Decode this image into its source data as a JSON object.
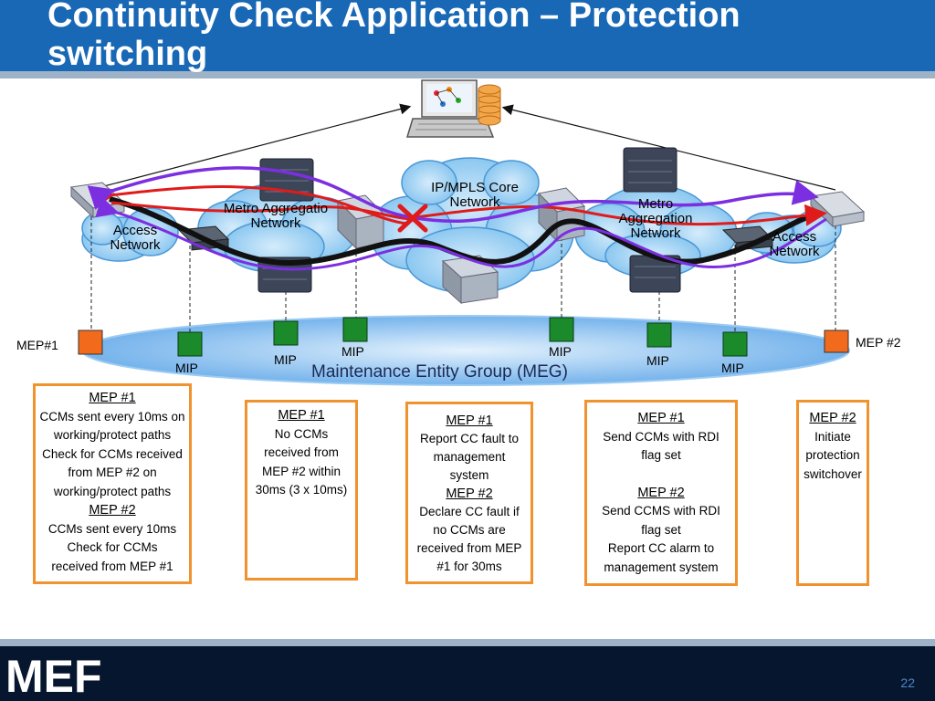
{
  "slide": {
    "title_line1": "Continuity Check Application – Protection",
    "title_line2": "switching",
    "page_number": "22"
  },
  "network": {
    "ip_mpls_core_line1": "IP/MPLS Core",
    "ip_mpls_core_line2": "Network",
    "metro_left": "Metro Aggregatio",
    "metro_left_line2": "Network",
    "metro_right_line1": "Metro",
    "metro_right_line2": "Aggregation",
    "metro_right_line3": "Network",
    "access_left_line1": "Access",
    "access_left_line2": "Network",
    "access_right_line1": "Access",
    "access_right_line2": "Network"
  },
  "meg": {
    "label": "Maintenance Entity Group (MEG)",
    "mep1": "MEP#1",
    "mep2": "MEP #2",
    "mips": [
      "MIP",
      "MIP",
      "MIP",
      "MIP",
      "MIP",
      "MIP"
    ]
  },
  "steps": [
    {
      "lines": [
        {
          "text": "MEP #1",
          "heading": true
        },
        {
          "text": "CCMs sent every 10ms on"
        },
        {
          "text": "working/protect paths"
        },
        {
          "text": "Check for CCMs received"
        },
        {
          "text": "from MEP #2 on"
        },
        {
          "text": "working/protect paths"
        },
        {
          "text": "MEP #2",
          "heading": true
        },
        {
          "text": "CCMs sent every 10ms"
        },
        {
          "text": "Check for CCMs"
        },
        {
          "text": "received from MEP #1"
        }
      ]
    },
    {
      "lines": [
        {
          "text": "MEP #1",
          "heading": true
        },
        {
          "text": "No CCMs"
        },
        {
          "text": "received from"
        },
        {
          "text": "MEP #2 within"
        },
        {
          "text": "30ms (3 x 10ms)"
        }
      ]
    },
    {
      "lines": [
        {
          "text": "MEP #1",
          "heading": true
        },
        {
          "text": "Report CC fault to"
        },
        {
          "text": "management"
        },
        {
          "text": "system"
        },
        {
          "text": "MEP #2",
          "heading": true
        },
        {
          "text": "Declare CC fault if"
        },
        {
          "text": "no CCMs are"
        },
        {
          "text": "received from MEP"
        },
        {
          "text": "#1 for 30ms"
        }
      ]
    },
    {
      "lines": [
        {
          "text": "MEP #1",
          "heading": true
        },
        {
          "text": "Send CCMs with RDI"
        },
        {
          "text": "flag set"
        },
        {
          "text": "",
          "gap": true
        },
        {
          "text": "MEP #2",
          "heading": true
        },
        {
          "text": "Send CCMS with RDI"
        },
        {
          "text": "flag set"
        },
        {
          "text": "Report CC alarm to"
        },
        {
          "text": "management system"
        }
      ]
    },
    {
      "lines": [
        {
          "text": "MEP #2",
          "heading": true
        },
        {
          "text": "Initiate"
        },
        {
          "text": "protection"
        },
        {
          "text": "switchover"
        }
      ]
    }
  ],
  "footer": {
    "logo": "MEF"
  },
  "colors": {
    "header": "#1868b5",
    "mep": "#f26b1d",
    "mip": "#1a8a2a",
    "arrow": "#f0922e",
    "meg": "#5ea6e8",
    "path_red": "#e01b1b",
    "path_purple": "#7b2fe0",
    "footer": "#06162e"
  }
}
